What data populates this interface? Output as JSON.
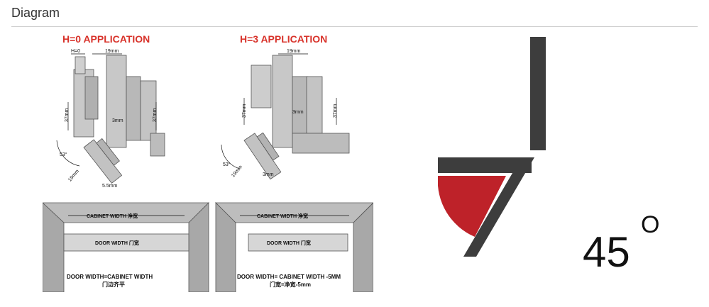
{
  "section": {
    "title": "Diagram"
  },
  "left": {
    "h0": {
      "title": "H=0 APPLICATION",
      "labels": {
        "h0": "H=0",
        "w19": "19mm",
        "v37a": "37mm",
        "v37b": "37mm",
        "h3": "3mm",
        "a53": "53°",
        "m19": "19mm",
        "m55": "5.5mm"
      },
      "cabinet": "CABINET WIDTH 净宽",
      "door": "DOOR WIDTH 门宽",
      "caption1": "DOOR WIDTH=CABINET WIDTH",
      "caption2": "门边齐平"
    },
    "h3": {
      "title": "H=3 APPLICATION",
      "labels": {
        "w19": "19mm",
        "v37a": "37mm",
        "v37b": "37mm",
        "h3": "3mm",
        "a53": "53°",
        "m19": "19mm",
        "m3": "3mm"
      },
      "cabinet": "CABINET WIDTH 净宽",
      "door": "DOOR WIDTH 门宽",
      "caption1": "DOOR WIDTH= CABINET WIDTH -5MM",
      "caption2": "门宽=净宽-5mm"
    }
  },
  "right": {
    "angle": "45",
    "degree": "O"
  },
  "colors": {
    "title_red": "#d8322a",
    "wedge_red": "#be2229",
    "bar_dark": "#3d3d3d"
  }
}
